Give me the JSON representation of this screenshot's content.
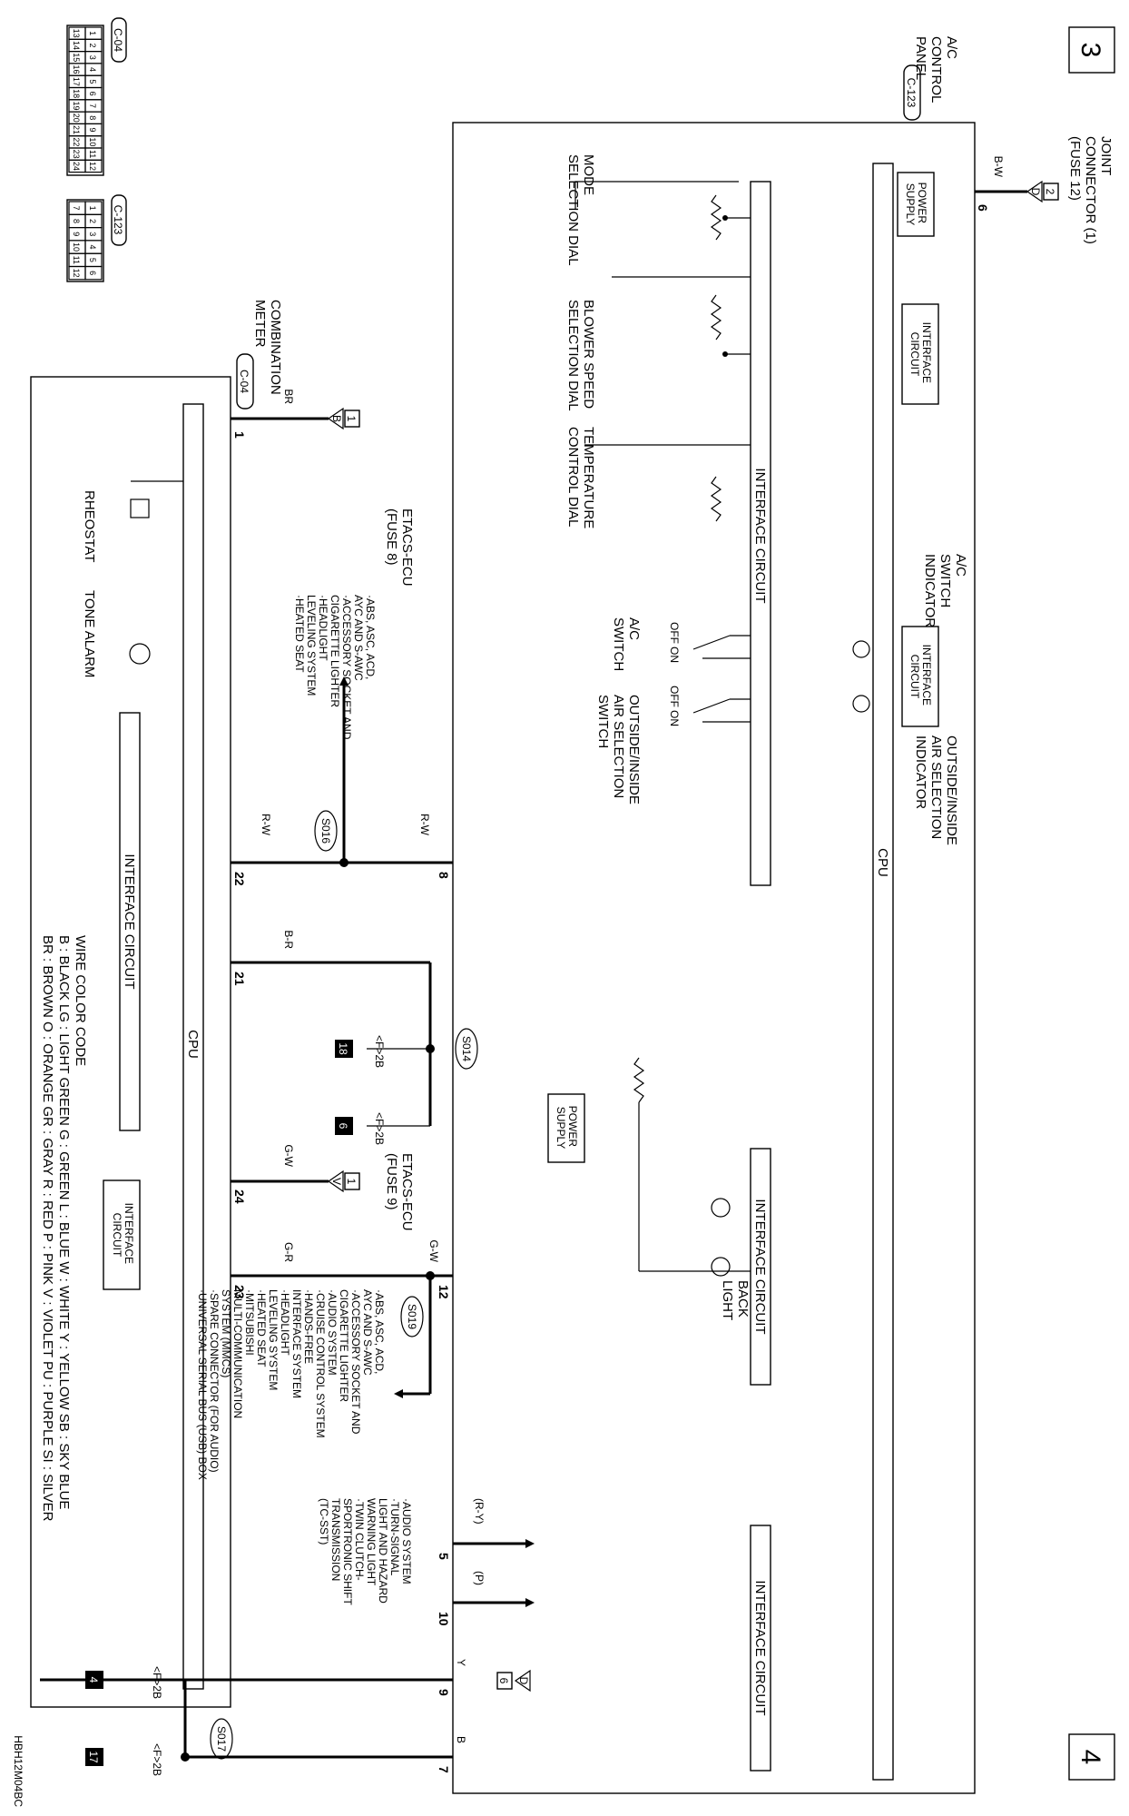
{
  "page": {
    "section_left": "3",
    "section_right": "4",
    "code": "HBH12M04BC"
  },
  "ac_panel": {
    "title_1": "A/C",
    "title_2": "CONTROL",
    "title_3": "PANEL",
    "connector": "C-123",
    "power_supply_1": "POWER",
    "power_supply_2": "SUPPLY",
    "interface_1": "INTERFACE",
    "interface_2": "CIRCUIT",
    "interface_circuit": "INTERFACE CIRCUIT",
    "cpu": "CPU",
    "mode_dial_1": "MODE",
    "mode_dial_2": "SELECTION DIAL",
    "blower_dial_1": "BLOWER SPEED",
    "blower_dial_2": "SELECTION DIAL",
    "temp_dial_1": "TEMPERATURE",
    "temp_dial_2": "CONTROL DIAL",
    "ac_indicator_1": "A/C",
    "ac_indicator_2": "SWITCH",
    "ac_indicator_3": "INDICATOR",
    "ac_switch_1": "A/C",
    "ac_switch_2": "SWITCH",
    "outside_indicator_1": "OUTSIDE/INSIDE",
    "outside_indicator_2": "AIR SELECTION",
    "outside_indicator_3": "INDICATOR",
    "outside_switch_1": "OUTSIDE/INSIDE",
    "outside_switch_2": "AIR SELECTION",
    "outside_switch_3": "SWITCH",
    "off": "OFF",
    "on": "ON",
    "back_light_1": "BACK",
    "back_light_2": "LIGHT"
  },
  "joint_connector": {
    "line_1": "JOINT",
    "line_2": "CONNECTOR (1)",
    "line_3": "(FUSE 12)",
    "pin_box": "2",
    "tri": "D",
    "wire": "B-W",
    "pin": "6"
  },
  "combination_meter": {
    "title_1": "COMBINATION",
    "title_2": "METER",
    "connector": "C-04",
    "rheostat": "RHEOSTAT",
    "tone_alarm": "TONE ALARM",
    "interface_circuit": "INTERFACE CIRCUIT",
    "cpu": "CPU",
    "interface_1": "INTERFACE",
    "interface_2": "CIRCUIT"
  },
  "etacs_fuse8": {
    "line_1": "ETACS-ECU",
    "line_2": "(FUSE 8)",
    "pin_box": "1",
    "tri": "B",
    "wire": "BR",
    "pin": "1"
  },
  "etacs_fuse9": {
    "line_1": "ETACS-ECU",
    "line_2": "(FUSE 9)",
    "pin_box": "1",
    "tri": "V",
    "wire": "G-W",
    "pin": "24"
  },
  "rw_note": [
    "·ABS, ASC, ACD,",
    "AYC AND S-AWC",
    "·ACCESSORY SOCKET AND",
    "CIGARETTE LIGHTER",
    "·HEADLIGHT",
    "LEVELING SYSTEM",
    "·HEATED SEAT"
  ],
  "gr_note": [
    "·ABS, ASC, ACD,",
    "AYC AND S-AWC",
    "·ACCESSORY SOCKET AND",
    "CIGARETTE LIGHTER",
    "·AUDIO SYSTEM",
    "·CRUISE CONTROL SYSTEM",
    "·HANDS-FREE",
    "INTERFACE SYSTEM",
    "·HEADLIGHT",
    "LEVELING SYSTEM",
    "·HEATED SEAT",
    "·MITSUBISHI",
    "MULTI-COMMUNICATION",
    "SYSTEM (MMCS)",
    "·SPARE CONNECTOR (FOR AUDIO)",
    "·UNIVERSAL SERIAL BUS (USB) BOX"
  ],
  "audio_note": [
    "·AUDIO SYSTEM",
    "·TURN-SIGNAL",
    "LIGHT AND HAZARD",
    "WARNING LIGHT",
    "·TWIN CLUTCH-",
    "SPORTRONIC SHIFT",
    "TRANSMISSION",
    "(TC-SST)"
  ],
  "wires": {
    "rw_top": "R-W",
    "rw_bottom": "R-W",
    "br": "B-R",
    "gw": "G-W",
    "gr": "G-R",
    "ry": "(R-Y)",
    "p": "(P)",
    "y": "Y",
    "b": "B",
    "f2b": "<F>2B"
  },
  "pins": {
    "p8": "8",
    "p22": "22",
    "p21": "21",
    "p24": "24",
    "p23": "23",
    "p12": "12",
    "p5": "5",
    "p10": "10",
    "p9": "9",
    "p7": "7"
  },
  "splices": {
    "s016": "S016",
    "s014": "S014",
    "s019": "S019",
    "s017": "S017"
  },
  "grounds": {
    "g18": "18",
    "g6": "6",
    "g4": "4",
    "g17": "17"
  },
  "pin6_box": {
    "pin_box": "6",
    "tri": "D"
  },
  "legend": {
    "title": "WIRE COLOR CODE",
    "row_1": "B : BLACK    LG : LIGHT GREEN    G : GREEN    L : BLUE    W : WHITE    Y : YELLOW    SB : SKY BLUE",
    "row_2": "BR : BROWN    O : ORANGE    GR : GRAY    R : RED    P : PINK    V : VIOLET    PU : PURPLE    SI : SILVER"
  },
  "connector_c04": {
    "label": "C-04",
    "row_1": [
      "1",
      "2",
      "3",
      "4",
      "5",
      "6",
      "7",
      "8",
      "9",
      "10",
      "11",
      "12"
    ],
    "row_2": [
      "13",
      "14",
      "15",
      "16",
      "17",
      "18",
      "19",
      "20",
      "21",
      "22",
      "23",
      "24"
    ]
  },
  "connector_c123": {
    "label": "C-123",
    "row_1": [
      "1",
      "2",
      "3",
      "4",
      "5",
      "6"
    ],
    "row_2": [
      "7",
      "8",
      "9",
      "10",
      "11",
      "12"
    ]
  }
}
